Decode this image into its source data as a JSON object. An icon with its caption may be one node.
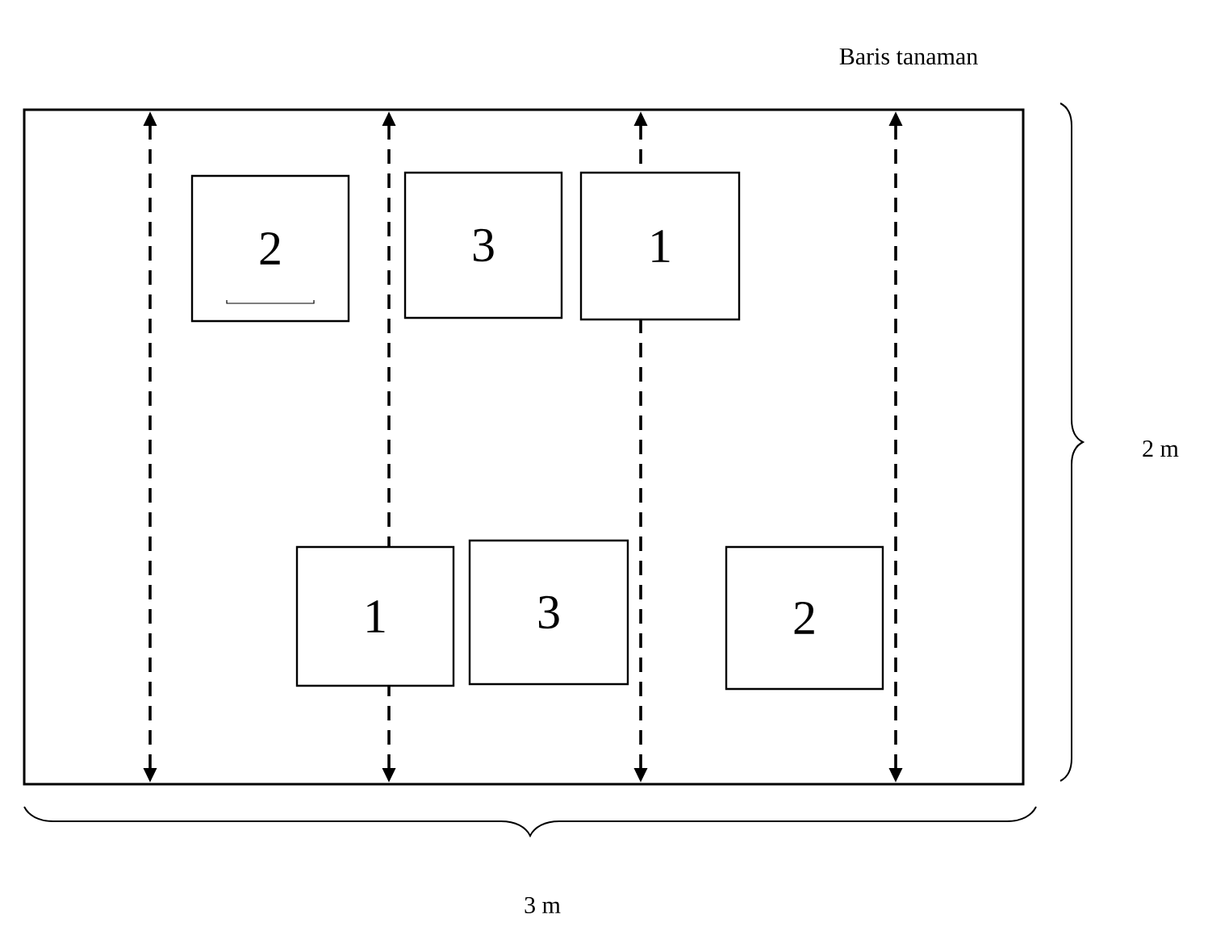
{
  "diagram": {
    "nodes": [
      {
        "text": [],
        "shape": "box"
      },
      {
        "text": [
          "2"
        ],
        "in": 0
      },
      {
        "text": [
          "3"
        ],
        "in": 0
      },
      {
        "text": [
          "1"
        ],
        "in": 0
      },
      {
        "text": [
          "1"
        ],
        "in": 0
      },
      {
        "text": [
          "3"
        ],
        "in": 0
      },
      {
        "text": [
          "2"
        ],
        "in": 0
      }
    ],
    "labels": [
      "Baris tanaman",
      "2 m",
      "3 m"
    ]
  }
}
